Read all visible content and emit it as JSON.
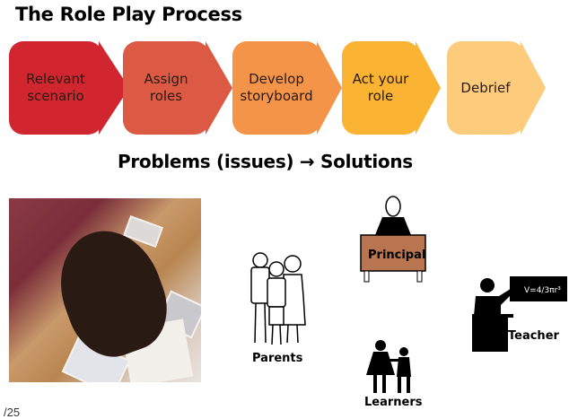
{
  "title": "The Role Play Process",
  "process": {
    "steps": [
      {
        "label": "Relevant scenario",
        "line1": "Relevant",
        "line2": "scenario",
        "color": "#d12630"
      },
      {
        "label": "Assign roles",
        "line1": "Assign",
        "line2": "roles",
        "color": "#dc5a44"
      },
      {
        "label": "Develop storyboard",
        "line1": "Develop",
        "line2": "storyboard",
        "color": "#f39449"
      },
      {
        "label": "Act your role",
        "line1": "Act your",
        "line2": "role",
        "color": "#fbb333"
      },
      {
        "label": "Debrief",
        "line1": "Debrief",
        "line2": "",
        "color": "#fdcb7c"
      }
    ]
  },
  "subtitle": "Problems (issues) → Solutions",
  "stakeholders": {
    "parents": "Parents",
    "principal": "Principal",
    "teacher": "Teacher",
    "learners": "Learners",
    "formula": "V=4/3πr³"
  },
  "page_number": "/25"
}
